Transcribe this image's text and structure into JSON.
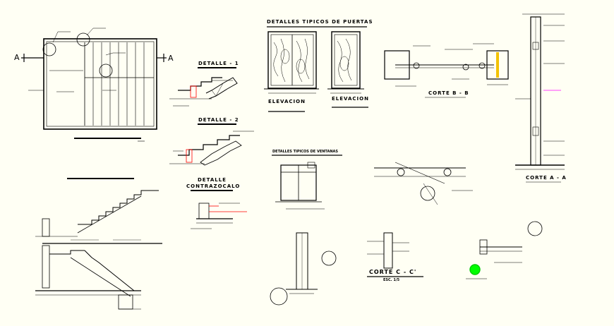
{
  "drawing": {
    "background": "#fffff4",
    "line_color": "#000000",
    "accent_red": "#ff0000",
    "accent_magenta": "#ff00ff",
    "accent_green": "#00ff00"
  },
  "labels": {
    "section_a_left": "A",
    "section_a_right": "A",
    "detalle_1": "DETALLE - 1",
    "detalle_2": "DETALLE - 2",
    "detalle_contrazocalo_1": "DETALLE",
    "detalle_contrazocalo_2": "CONTRAZOCALO",
    "puertas_title": "DETALLES TIPICOS DE PUERTAS",
    "elevacion_1": "ELEVACION",
    "elevacion_2": "ELEVACION",
    "corte_b": "CORTE B - B",
    "corte_a": "CORTE A - A",
    "ventanas_title": "DETALLES TIPICOS DE VENTANAS",
    "corte_c": "CORTE C - C'",
    "corte_c_scale": "ESC. 1/5"
  }
}
